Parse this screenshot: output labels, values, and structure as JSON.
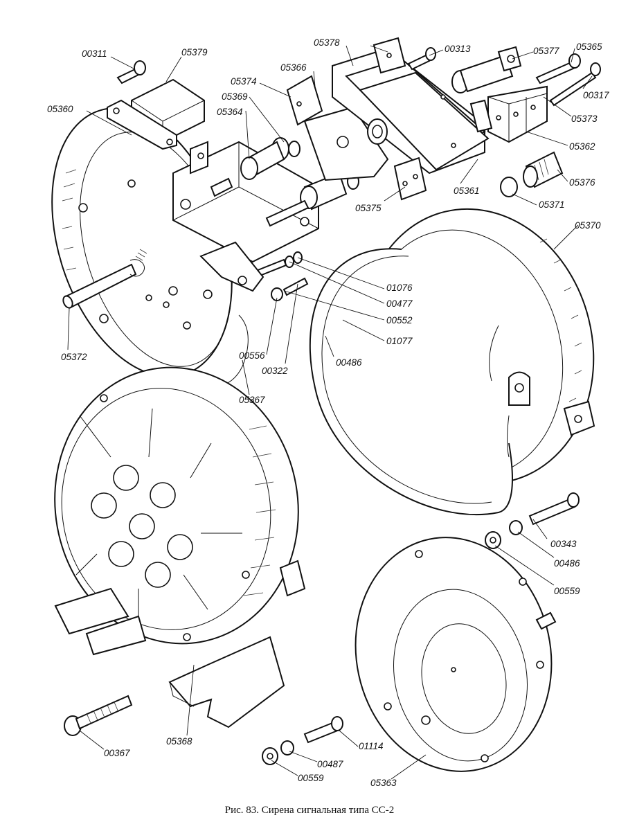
{
  "caption": "Рис. 83. Сирена сигнальная типа СС-2",
  "labels": {
    "p00311": "00311",
    "p05379": "05379",
    "p05378": "05378",
    "p00313": "00313",
    "p05377": "05377",
    "p05365": "05365",
    "p05366": "05366",
    "p05374": "05374",
    "p05369": "05369",
    "p05364": "05364",
    "p05360": "05360",
    "p00317": "00317",
    "p05373": "05373",
    "p05362": "05362",
    "p05376": "05376",
    "p05371": "05371",
    "p05361": "05361",
    "p05375": "05375",
    "p05370": "05370",
    "p01076": "01076",
    "p00477": "00477",
    "p00552": "00552",
    "p01077": "01077",
    "p00486a": "00486",
    "p00556": "00556",
    "p00322": "00322",
    "p05372": "05372",
    "p05367": "05367",
    "p00343": "00343",
    "p00486b": "00486",
    "p00559a": "00559",
    "p00367": "00367",
    "p05368": "05368",
    "p01114": "01114",
    "p00487": "00487",
    "p00559b": "00559",
    "p05363": "05363"
  }
}
